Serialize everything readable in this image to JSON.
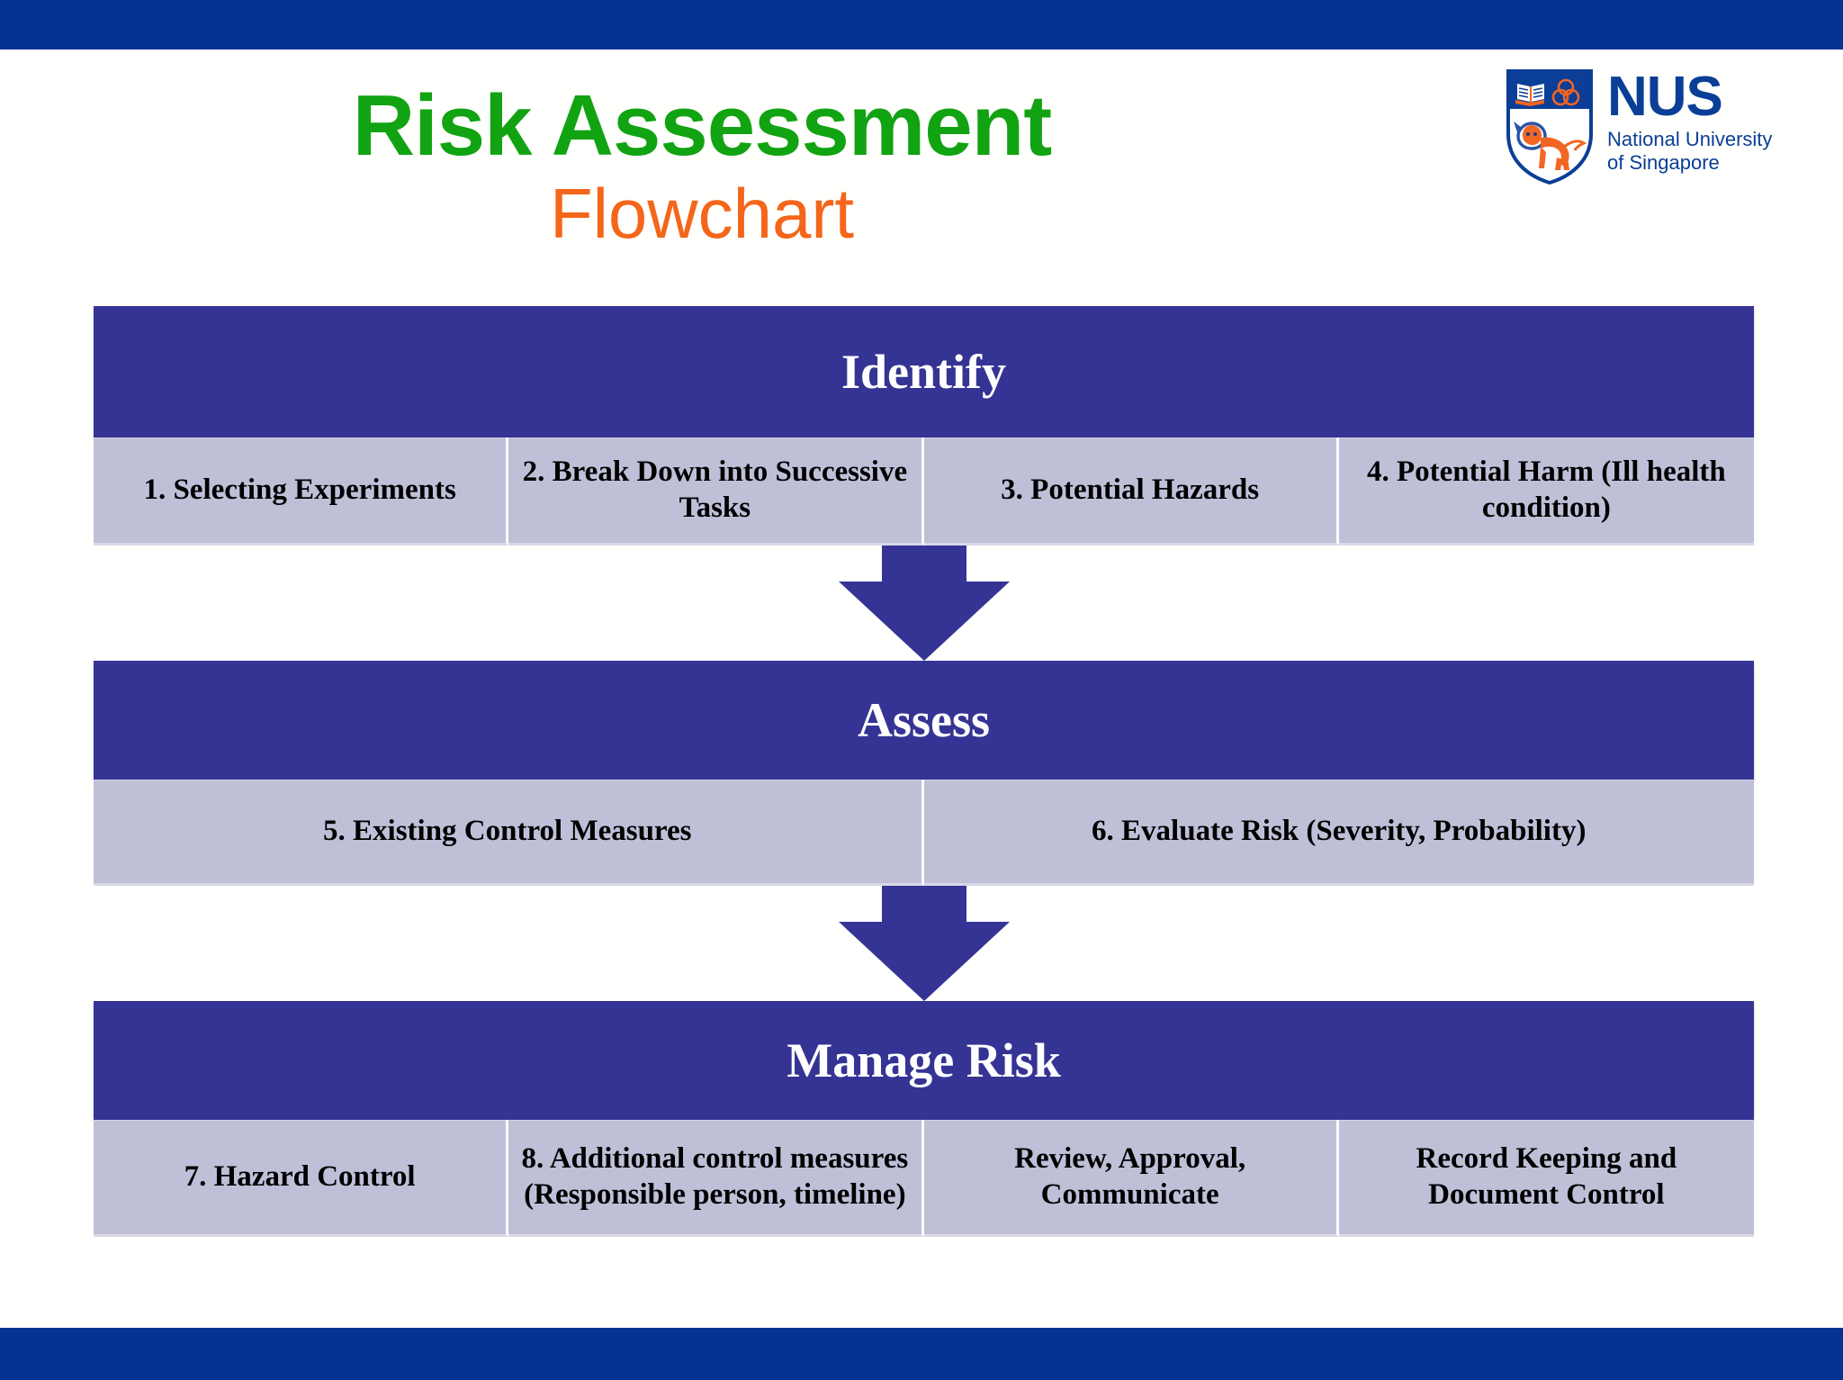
{
  "slide": {
    "brand_bar_color": "#033393",
    "title": "Risk Assessment",
    "subtitle": "Flowchart",
    "title_color": "#11a312",
    "subtitle_color": "#f4661b"
  },
  "logo": {
    "name": "NUS",
    "tagline_line1": "National University",
    "tagline_line2": "of Singapore",
    "color": "#0b3e96",
    "accent_color": "#f26522"
  },
  "flow": {
    "header_bg": "#353494",
    "cell_bg": "#bfc0d8",
    "arrow_color": "#353494",
    "sections": [
      {
        "id": "identify",
        "header": "Identify",
        "cells": [
          "1. Selecting Experiments",
          "2. Break Down into Successive Tasks",
          "3. Potential Hazards",
          "4. Potential Harm (Ill health condition)"
        ]
      },
      {
        "id": "assess",
        "header": "Assess",
        "cells": [
          "5. Existing Control Measures",
          "6. Evaluate Risk (Severity, Probability)"
        ]
      },
      {
        "id": "manage-risk",
        "header": "Manage Risk",
        "cells": [
          "7. Hazard Control",
          "8. Additional control measures  (Responsible person, timeline)",
          "Review, Approval, Communicate",
          "Record Keeping and Document Control"
        ]
      }
    ]
  }
}
